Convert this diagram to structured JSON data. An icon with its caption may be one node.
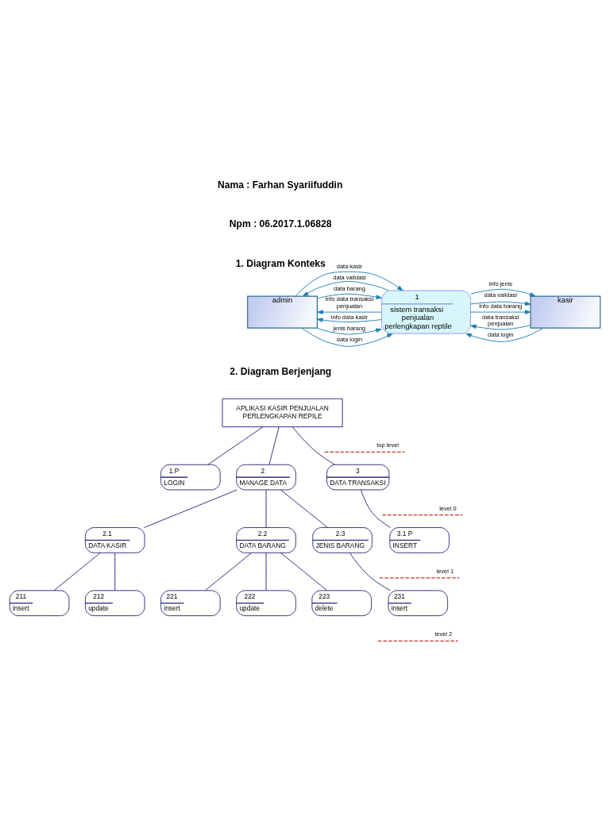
{
  "diagram": {
    "nodes": [
      {
        "text": [
          "admin"
        ]
      },
      {
        "text": [
          "1",
          "sistem transaksi penjualan perlengkapan reptile"
        ]
      },
      {
        "text": [
          "kasir"
        ]
      },
      {
        "text": [
          "APLIKASI KASIR PENJUALAN PERLENGKAPAN REPILE"
        ]
      },
      {
        "text": [
          "1.P",
          "LOGIN"
        ]
      },
      {
        "text": [
          "2",
          "MANAGE DATA"
        ]
      },
      {
        "text": [
          "3",
          "DATA TRANSAKSI"
        ]
      },
      {
        "text": [
          "2.1",
          "DATA KASIR"
        ]
      },
      {
        "text": [
          "2.2",
          "DATA BARANG"
        ]
      },
      {
        "text": [
          "2.3",
          "JENIS BARANG"
        ]
      },
      {
        "text": [
          "3.1 P",
          "INSERT"
        ]
      },
      {
        "text": [
          "211",
          "insert"
        ]
      },
      {
        "text": [
          "212",
          "update"
        ]
      },
      {
        "text": [
          "221",
          "insert"
        ]
      },
      {
        "text": [
          "222",
          "update"
        ]
      },
      {
        "text": [
          "223",
          "delete"
        ]
      },
      {
        "text": [
          "231",
          "insert"
        ]
      }
    ],
    "edges": [
      {
        "from": 0,
        "to": 1,
        "arrow": "to",
        "label": "data login",
        "color": "#1f7fb4"
      },
      {
        "from": 0,
        "to": 1,
        "arrow": "to",
        "label": "data barang",
        "color": "#1f7fb4"
      },
      {
        "from": 0,
        "to": 1,
        "arrow": "to",
        "label": "jenis barang",
        "color": "#1f7fb4"
      },
      {
        "from": 0,
        "to": 1,
        "arrow": "to",
        "label": "data kasir",
        "color": "#1f7fb4"
      },
      {
        "from": 1,
        "to": 0,
        "arrow": "to",
        "label": "data validasi",
        "color": "#1f7fb4"
      },
      {
        "from": 1,
        "to": 0,
        "arrow": "to",
        "label": "info data kasir",
        "color": "#1f7fb4"
      },
      {
        "from": 1,
        "to": 0,
        "arrow": "to",
        "label": "info data transaksi penjualan",
        "color": "#1f7fb4"
      },
      {
        "from": 1,
        "to": 2,
        "arrow": "to",
        "label": "data validasi",
        "color": "#1f7fb4"
      },
      {
        "from": 1,
        "to": 2,
        "arrow": "to",
        "label": "info jenis",
        "color": "#1f7fb4"
      },
      {
        "from": 1,
        "to": 2,
        "arrow": "to",
        "label": "info data barang",
        "color": "#1f7fb4"
      },
      {
        "from": 2,
        "to": 1,
        "arrow": "to",
        "label": "data login",
        "color": "#1f7fb4"
      },
      {
        "from": 2,
        "to": 1,
        "arrow": "to",
        "label": "data transaksi penjualan",
        "color": "#1f7fb4"
      },
      {
        "from": 3,
        "to": 4,
        "arrow": "none"
      },
      {
        "from": 3,
        "to": 5,
        "arrow": "none"
      },
      {
        "from": 3,
        "to": 6,
        "arrow": "none"
      },
      {
        "from": 5,
        "to": 7,
        "arrow": "none"
      },
      {
        "from": 5,
        "to": 8,
        "arrow": "none"
      },
      {
        "from": 5,
        "to": 9,
        "arrow": "none"
      },
      {
        "from": 6,
        "to": 10,
        "arrow": "none"
      },
      {
        "from": 7,
        "to": 11,
        "arrow": "none"
      },
      {
        "from": 7,
        "to": 12,
        "arrow": "none"
      },
      {
        "from": 8,
        "to": 13,
        "arrow": "none"
      },
      {
        "from": 8,
        "to": 14,
        "arrow": "none"
      },
      {
        "from": 8,
        "to": 15,
        "arrow": "none"
      },
      {
        "from": 9,
        "to": 16,
        "arrow": "none"
      }
    ],
    "labels": [
      "Nama : Farhan Syariifuddin",
      "Npm : 06.2017.1.06828",
      "1. Diagram Konteks",
      "2. Diagram Berjenjang",
      "top level",
      "level 0",
      "level 1",
      "level 2"
    ]
  }
}
